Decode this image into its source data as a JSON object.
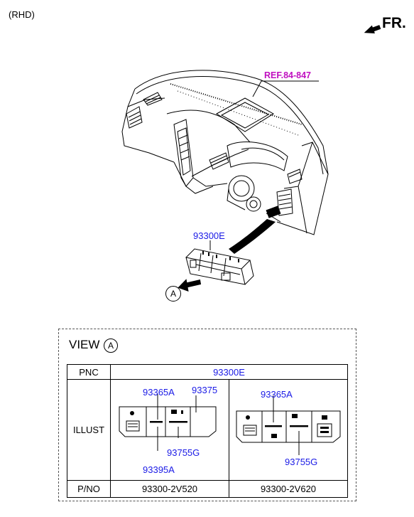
{
  "header": {
    "variant": "(RHD)",
    "direction": "FR."
  },
  "diagram": {
    "reference": "REF.84-847",
    "part_callout": "93300E",
    "view_marker": "A"
  },
  "view": {
    "title": "VIEW",
    "marker": "A",
    "table": {
      "pnc_label": "PNC",
      "pnc_value": "93300E",
      "illust_label": "ILLUST",
      "pno_label": "P/NO",
      "left": {
        "pno": "93300-2V520",
        "labels": [
          "93365A",
          "93375",
          "93755G",
          "93395A"
        ]
      },
      "right": {
        "pno": "93300-2V620",
        "labels": [
          "93365A",
          "93755G"
        ]
      }
    }
  },
  "colors": {
    "callout": "#1a1ae6",
    "reference": "#c010c0",
    "line": "#000000"
  }
}
